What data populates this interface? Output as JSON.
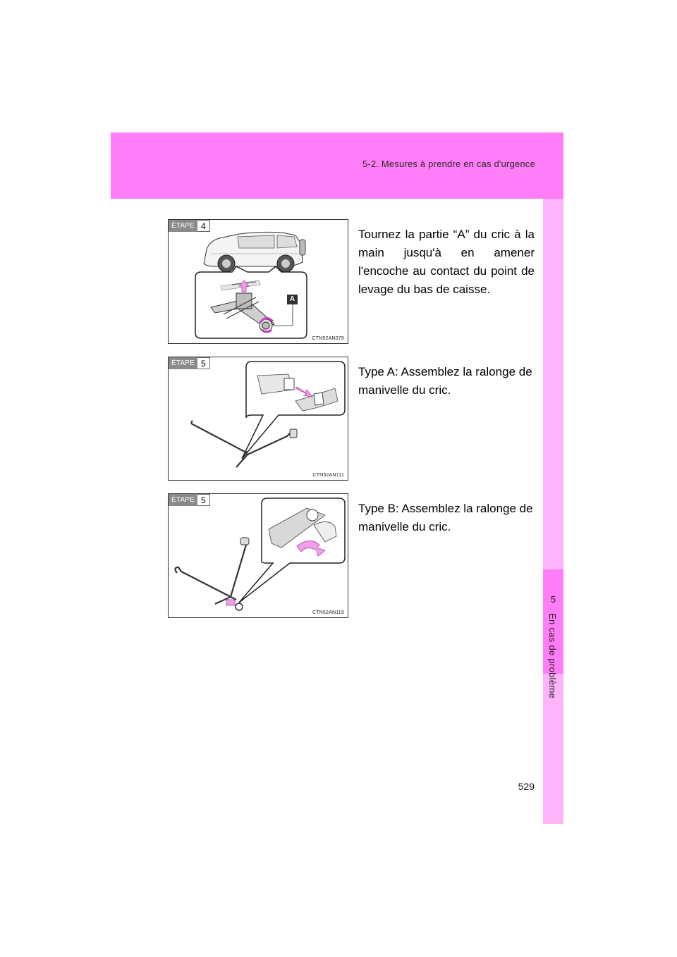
{
  "header": {
    "section": "5-2. Mesures à prendre en cas d'urgence"
  },
  "sidebar": {
    "chapter_number": "5",
    "chapter_title": "En cas de problème"
  },
  "page_number": "529",
  "steps": [
    {
      "label": "ÉTAPE",
      "number": "4",
      "figure_code": "CTN52AN079",
      "callout": "A",
      "text": "Tournez la partie “A” du cric à la main jusqu'à en amener l'encoche au contact du point de levage du bas de caisse."
    },
    {
      "label": "ÉTAPE",
      "number": "5",
      "figure_code": "CTN52AN111",
      "text": "Type A: Assemblez la ralonge de manivelle du cric."
    },
    {
      "label": "ÉTAPE",
      "number": "5",
      "figure_code": "CTN52AN119",
      "text": "Type B: Assemblez la ralonge de manivelle du cric."
    }
  ]
}
